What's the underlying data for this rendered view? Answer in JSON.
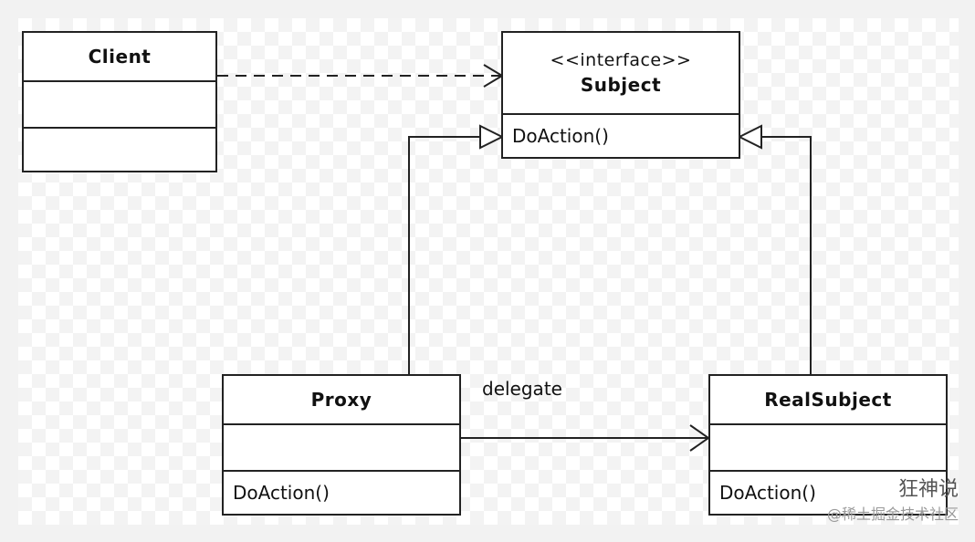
{
  "classes": {
    "client": {
      "name": "Client"
    },
    "subject": {
      "stereotype": "<<interface>>",
      "name": "Subject",
      "op": "DoAction()"
    },
    "proxy": {
      "name": "Proxy",
      "op": "DoAction()"
    },
    "realsubject": {
      "name": "RealSubject",
      "op": "DoAction()"
    }
  },
  "relations": {
    "delegate_label": "delegate"
  },
  "watermark": {
    "logo": "狂神说",
    "sub": "@稀土掘金技术社区"
  },
  "colors": {
    "line": "#222222",
    "background": "#f2f2f2"
  }
}
